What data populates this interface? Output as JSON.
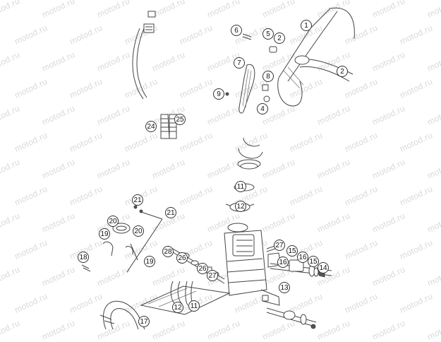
{
  "watermark_text": "motod.ru",
  "callouts": [
    "1",
    "2",
    "2",
    "4",
    "5",
    "6",
    "7",
    "8",
    "9",
    "11",
    "11",
    "12",
    "12",
    "13",
    "14",
    "15",
    "15",
    "16",
    "16",
    "17",
    "18",
    "19",
    "19",
    "20",
    "20",
    "21",
    "21",
    "24",
    "25",
    "26",
    "26",
    "27",
    "27",
    "28"
  ],
  "colors": {
    "line": "#444444",
    "watermark": "#d9d9d9",
    "background": "#ffffff"
  }
}
